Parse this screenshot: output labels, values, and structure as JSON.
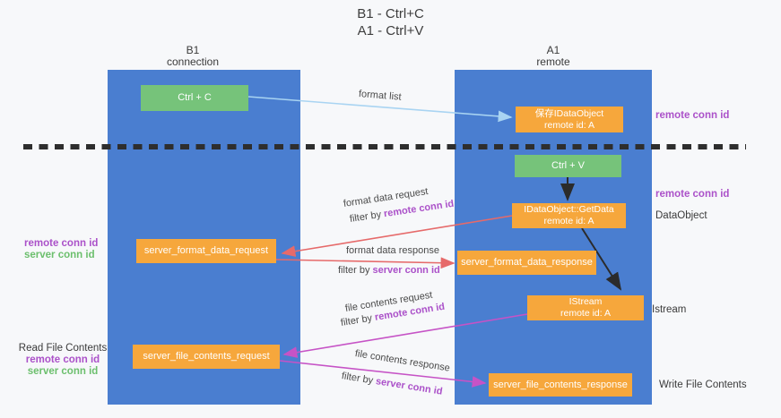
{
  "title": {
    "line1": "B1 - Ctrl+C",
    "line2": "A1 - Ctrl+V"
  },
  "lifelines": {
    "left": {
      "name": "B1",
      "role": "connection"
    },
    "right": {
      "name": "A1",
      "role": "remote"
    }
  },
  "nodes": {
    "ctrl_c": {
      "label": "Ctrl + C"
    },
    "save_dataobject": {
      "line1": "保存IDataObject",
      "line2": "remote id: A"
    },
    "ctrl_v": {
      "label": "Ctrl + V"
    },
    "getdata": {
      "line1": "IDataObject::GetData",
      "line2": "remote id: A"
    },
    "format_request": {
      "label": "server_format_data_request"
    },
    "format_response": {
      "label": "server_format_data_response"
    },
    "istream": {
      "line1": "IStream",
      "line2": "remote id: A"
    },
    "file_request": {
      "label": "server_file_contents_request"
    },
    "file_response": {
      "label": "server_file_contents_response"
    }
  },
  "edges": {
    "format_list": "format list",
    "format_data_request": "format data request",
    "format_data_response": "format data response",
    "file_contents_request": "file contents request",
    "file_contents_response": "file contents response",
    "filter_by": "filter by",
    "remote_conn_id": "remote conn id",
    "server_conn_id": "server conn id"
  },
  "annotations": {
    "remote_conn_id_top_right": "remote conn id",
    "remote_conn_id_right": "remote conn id",
    "dataobject": "DataObject",
    "istream": "Istream",
    "write_file_contents": "Write File Contents",
    "read_file_contents": "Read File Contents",
    "remote_conn_id_left": "remote conn id",
    "server_conn_id_left": "server conn id",
    "remote_conn_id_bottom_left": "remote conn id",
    "server_conn_id_bottom_left": "server conn id"
  },
  "colors": {
    "lifeline_blue": "#4a7ed0",
    "action_green": "#76c37a",
    "message_orange": "#f6a73c",
    "format_arrow_red": "#e66a6a",
    "file_arrow_magenta": "#c653c6",
    "format_list_arrow_blue": "#a9d4f2",
    "separator_dark": "#2e2e2e",
    "conn_id_purple": "#ab51c9",
    "conn_id_green": "#6cbf6d"
  }
}
